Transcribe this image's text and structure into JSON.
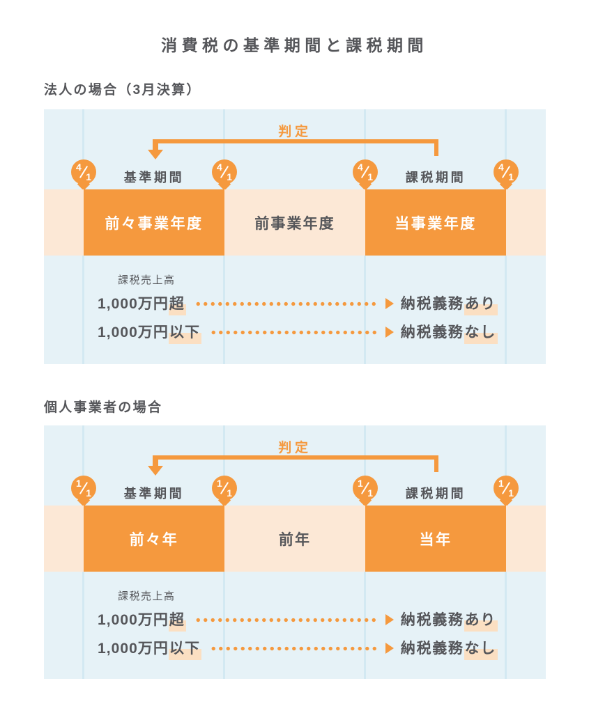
{
  "title": "消費税の基準期間と課税期間",
  "colors": {
    "accent_orange": "#F5993E",
    "band_peach": "#FCE8D6",
    "panel_blue": "#E6F2F7",
    "gridline_blue": "#D3E9F2",
    "marker_highlight": "#FBDFC2",
    "text_dark": "#55565A"
  },
  "sections": [
    {
      "heading": "法人の場合（3月決算）",
      "marker": {
        "num": "4",
        "den": "1"
      },
      "judgement_label": "判定",
      "base_period_label": "基準期間",
      "taxable_period_label": "課税期間",
      "timeline": [
        {
          "label": "前々事業年度"
        },
        {
          "label": "前事業年度"
        },
        {
          "label": "当事業年度"
        }
      ],
      "sales_label": "課税売上高",
      "rules": [
        {
          "amount": "1,000万円",
          "qualifier": "超",
          "result": "納税義務",
          "outcome": "あり"
        },
        {
          "amount": "1,000万円",
          "qualifier": "以下",
          "result": "納税義務",
          "outcome": "なし"
        }
      ]
    },
    {
      "heading": "個人事業者の場合",
      "marker": {
        "num": "1",
        "den": "1"
      },
      "judgement_label": "判定",
      "base_period_label": "基準期間",
      "taxable_period_label": "課税期間",
      "timeline": [
        {
          "label": "前々年"
        },
        {
          "label": "前年"
        },
        {
          "label": "当年"
        }
      ],
      "sales_label": "課税売上高",
      "rules": [
        {
          "amount": "1,000万円",
          "qualifier": "超",
          "result": "納税義務",
          "outcome": "あり"
        },
        {
          "amount": "1,000万円",
          "qualifier": "以下",
          "result": "納税義務",
          "outcome": "なし"
        }
      ]
    }
  ]
}
